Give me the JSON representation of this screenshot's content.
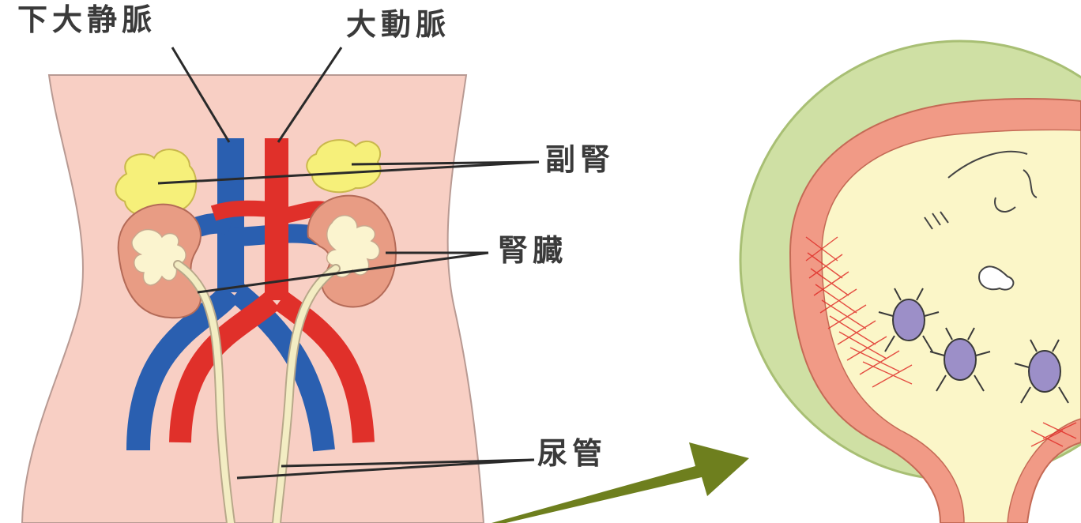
{
  "labels": {
    "inferior_vena_cava": "下大静脈",
    "aorta": "大動脈",
    "adrenal_gland": "副腎",
    "kidney": "腎臓",
    "ureter": "尿管"
  },
  "colors": {
    "body_fill": "#f8cfc4",
    "body_outline": "#b89a93",
    "vein": "#2a5fb0",
    "artery": "#e0302a",
    "adrenal": "#f6f07a",
    "kidney_outer": "#e89c84",
    "kidney_inner": "#fbf4cf",
    "ureter": "#f3edc3",
    "leader_line": "#2a2a2a",
    "arrow": "#6e7f1e",
    "bladder_outer": "#cfe0a4",
    "bladder_wall": "#f19a86",
    "bladder_lumen": "#fbf6c8",
    "bacteria": "#9c8fc8"
  }
}
